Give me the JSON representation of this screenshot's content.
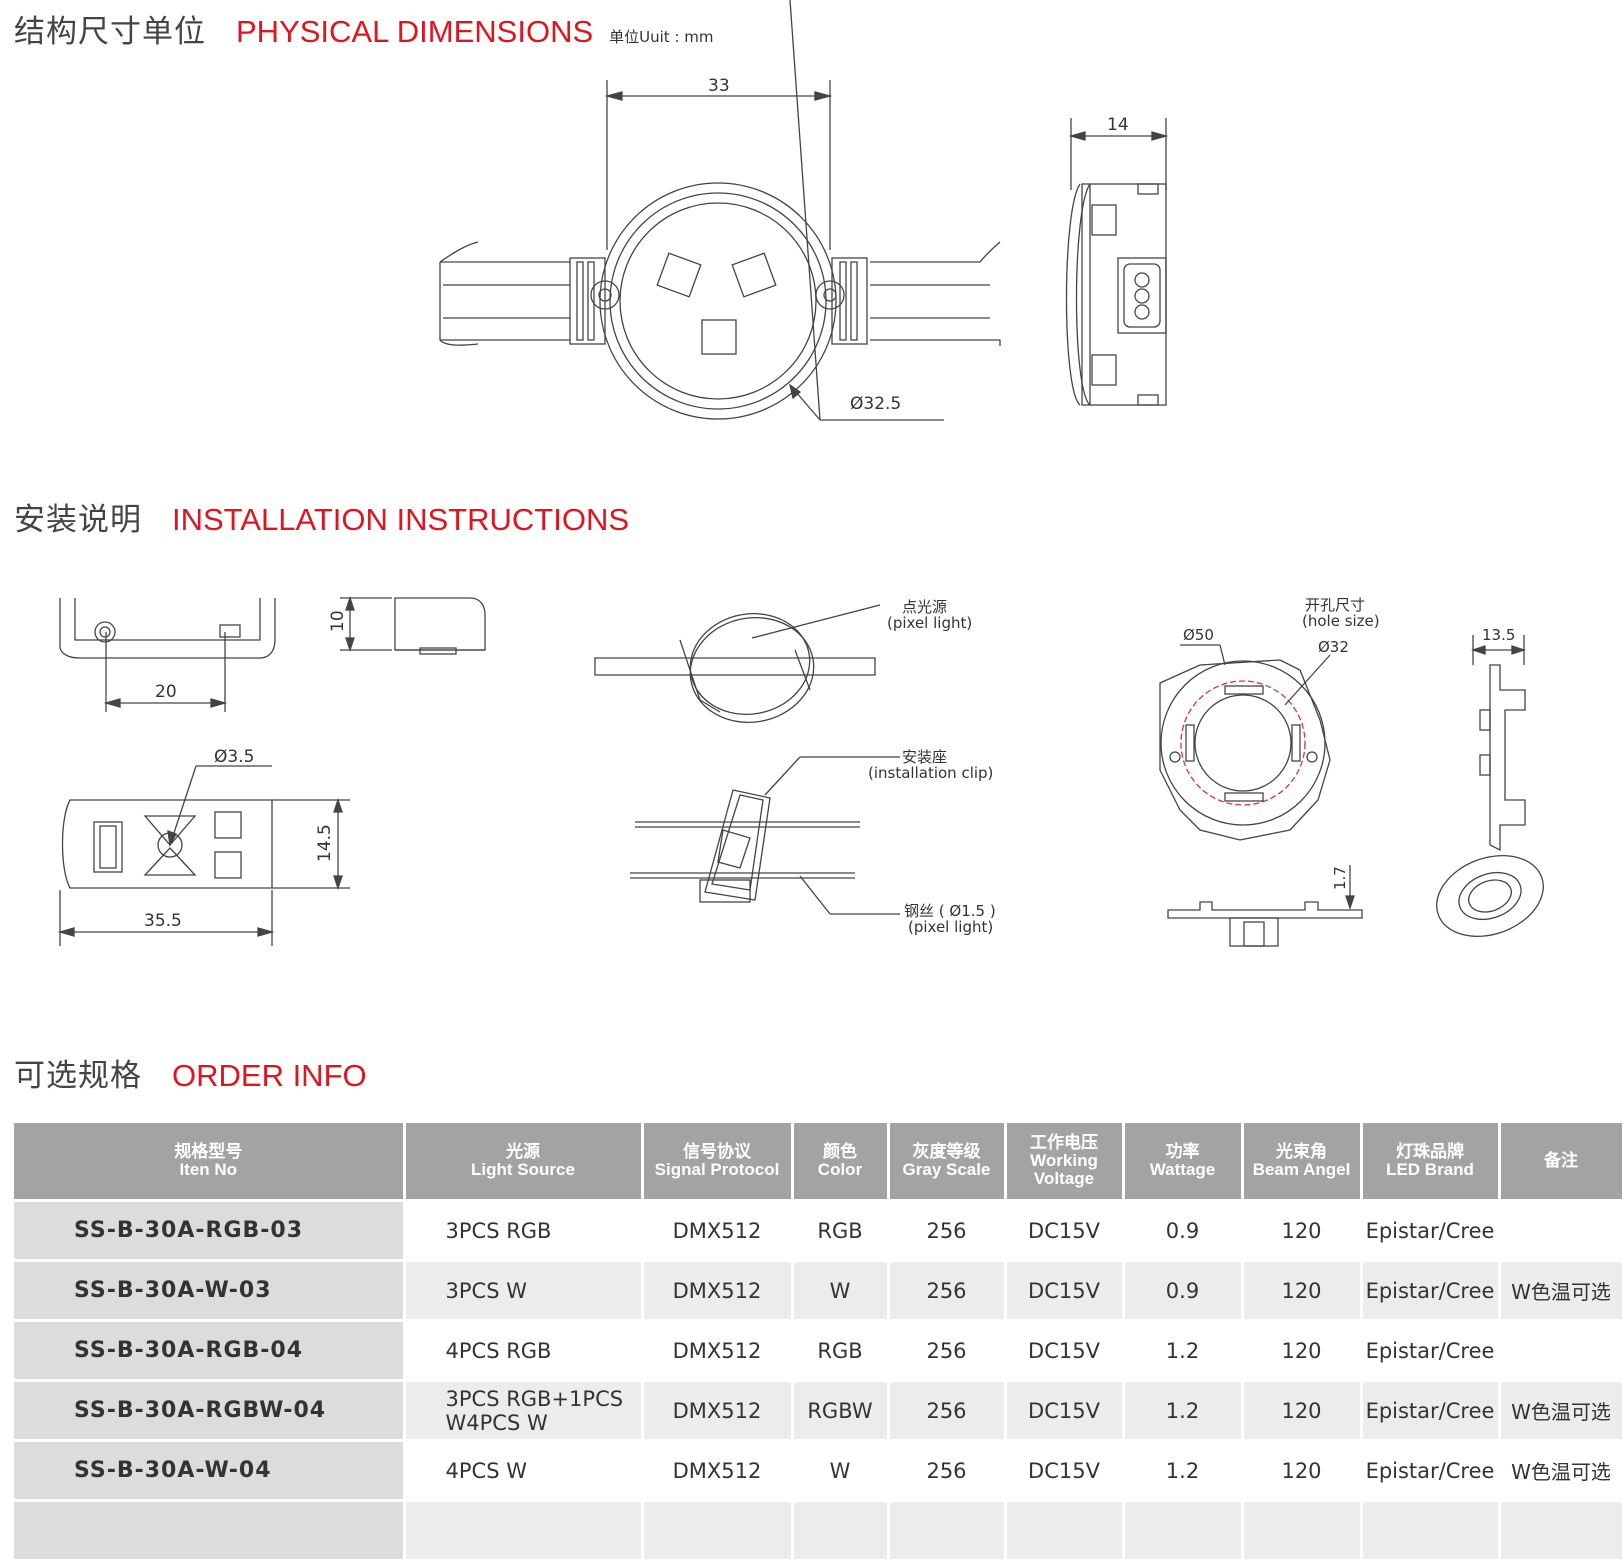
{
  "sections": {
    "physical": {
      "cn": "结构尺寸单位",
      "en": "PHYSICAL DIMENSIONS",
      "unit": "单位Uuit : mm"
    },
    "install": {
      "cn": "安装说明",
      "en": "INSTALLATION INSTRUCTIONS"
    },
    "order": {
      "cn": "可选规格",
      "en": "ORDER INFO"
    }
  },
  "physical_labels": {
    "width": "33",
    "depth": "14",
    "diameter": "Ø32.5"
  },
  "install_labels": {
    "clip_height": "10",
    "clip_span": "20",
    "hole_dia": "Ø3.5",
    "base_height": "14.5",
    "base_length": "35.5",
    "pixel_light_cn": "点光源",
    "pixel_light_en": "(pixel light)",
    "clip_cn": "安装座",
    "clip_en": "(installation clip)",
    "wire_cn": "钢丝 ( Ø1.5 )",
    "wire_en": "(pixel light)",
    "hole_cn": "开孔尺寸",
    "hole_en": "(hole size)",
    "outer_dia": "Ø50",
    "inner_dia": "Ø32",
    "thickness": "13.5",
    "plate": "1.7"
  },
  "table": {
    "headers": [
      {
        "cn": "规格型号",
        "en": "Iten No"
      },
      {
        "cn": "光源",
        "en": "Light Source"
      },
      {
        "cn": "信号协议",
        "en": "Signal Protocol"
      },
      {
        "cn": "颜色",
        "en": "Color"
      },
      {
        "cn": "灰度等级",
        "en": "Gray Scale"
      },
      {
        "cn": "工作电压",
        "en": "Working Voltage"
      },
      {
        "cn": "功率",
        "en": "Wattage"
      },
      {
        "cn": "光束角",
        "en": "Beam Angel"
      },
      {
        "cn": "灯珠品牌",
        "en": "LED Brand"
      },
      {
        "cn": "备注",
        "en": ""
      }
    ],
    "rows": [
      {
        "model": "SS-B-30A-RGB-03",
        "source": "3PCS RGB",
        "protocol": "DMX512",
        "color": "RGB",
        "gray": "256",
        "voltage": "DC15V",
        "watt": "0.9",
        "beam": "120",
        "brand": "Epistar/Cree",
        "note": ""
      },
      {
        "model": "SS-B-30A-W-03",
        "source": "3PCS W",
        "protocol": "DMX512",
        "color": "W",
        "gray": "256",
        "voltage": "DC15V",
        "watt": "0.9",
        "beam": "120",
        "brand": "Epistar/Cree",
        "note": "W色温可选"
      },
      {
        "model": "SS-B-30A-RGB-04",
        "source": "4PCS RGB",
        "protocol": "DMX512",
        "color": "RGB",
        "gray": "256",
        "voltage": "DC15V",
        "watt": "1.2",
        "beam": "120",
        "brand": "Epistar/Cree",
        "note": ""
      },
      {
        "model": "SS-B-30A-RGBW-04",
        "source": "3PCS RGB+1PCS W4PCS W",
        "protocol": "DMX512",
        "color": "RGBW",
        "gray": "256",
        "voltage": "DC15V",
        "watt": "1.2",
        "beam": "120",
        "brand": "Epistar/Cree",
        "note": "W色温可选"
      },
      {
        "model": "SS-B-30A-W-04",
        "source": "4PCS W",
        "protocol": "DMX512",
        "color": "W",
        "gray": "256",
        "voltage": "DC15V",
        "watt": "1.2",
        "beam": "120",
        "brand": "Epistar/Cree",
        "note": "W色温可选"
      },
      {
        "model": "",
        "source": "",
        "protocol": "",
        "color": "",
        "gray": "",
        "voltage": "",
        "watt": "",
        "beam": "",
        "brand": "",
        "note": ""
      }
    ]
  }
}
